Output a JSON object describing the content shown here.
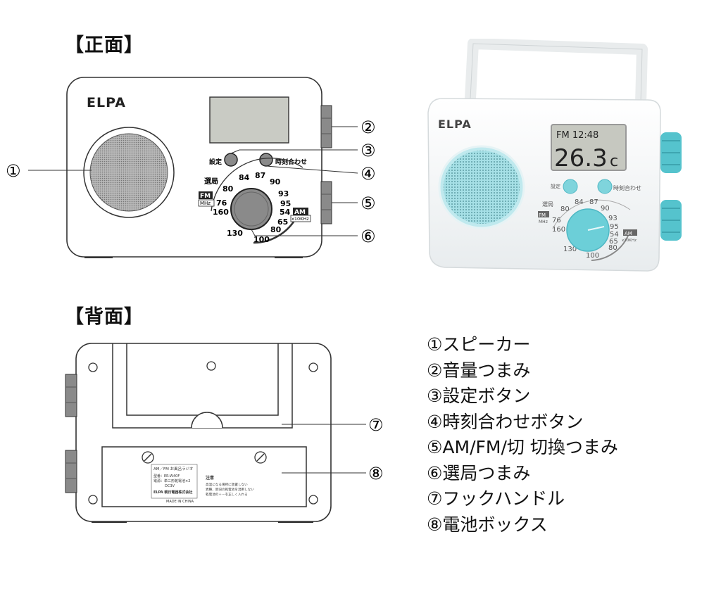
{
  "sections": {
    "front_title": "【正面】",
    "back_title": "【背面】"
  },
  "front": {
    "brand": "ELPA",
    "btn_set": "設定",
    "btn_time": "時刻合わせ",
    "tuning_label": "選局",
    "fm_label": "FM",
    "fm_unit": "MHz",
    "am_label": "AM",
    "am_unit": "x10KHz",
    "fm_ticks": [
      "80",
      "84",
      "87",
      "90",
      "93",
      "95",
      "76"
    ],
    "am_ticks": [
      "160",
      "130",
      "100",
      "80",
      "65",
      "54"
    ],
    "callouts": [
      "①",
      "②",
      "③",
      "④",
      "⑤",
      "⑥"
    ]
  },
  "photo": {
    "brand": "ELPA",
    "lcd_small": "FM 12:48",
    "lcd_big": "26.3",
    "lcd_unit": "c",
    "btn_set": "設定",
    "btn_time": "時刻合わせ",
    "tuning_label": "選局",
    "fm_label": "FM",
    "fm_unit": "MHz",
    "am_label": "AM",
    "am_unit": "x10KHz",
    "ticks": [
      "80",
      "84",
      "87",
      "90",
      "93",
      "95",
      "76",
      "160",
      "130",
      "100",
      "80",
      "65",
      "54"
    ]
  },
  "back": {
    "label_lines": [
      "AM／FM お風呂ラジオ",
      "型番：ER-W40F",
      "電源：単三形乾電池×2",
      "DC3V",
      "ELPA 朝日電器株式会社",
      "MADE IN CHINA"
    ],
    "caution_title": "注意",
    "caution_lines": [
      "高温になる場所に放置しない",
      "異種、新旧の乾電池を混用しない",
      "乾電池の＋－を正しく入れる"
    ],
    "callouts": [
      "⑦",
      "⑧"
    ]
  },
  "legend": [
    "①スピーカー",
    "②音量つまみ",
    "③設定ボタン",
    "④時刻合わせボタン",
    "⑤AM/FM/切 切換つまみ",
    "⑥選局つまみ",
    "⑦フックハンドル",
    "⑧電池ボックス"
  ],
  "colors": {
    "accent": "#7fd4dc",
    "accent_dark": "#4fb8c4",
    "outline": "#333333",
    "speaker_grille": "#9a9a9a",
    "lcd": "#c9cbc4"
  }
}
